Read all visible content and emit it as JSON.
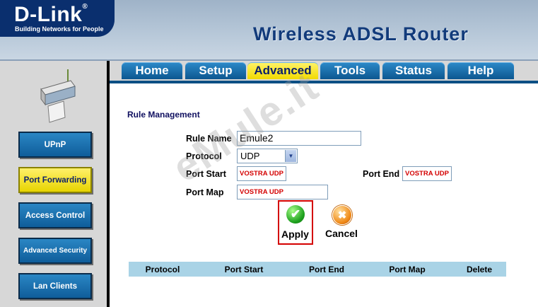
{
  "header": {
    "logo": "D-Link",
    "logo_mark": "®",
    "tagline": "Building Networks for People",
    "title": "Wireless ADSL Router"
  },
  "tabs": [
    {
      "label": "Home"
    },
    {
      "label": "Setup"
    },
    {
      "label": "Advanced"
    },
    {
      "label": "Tools"
    },
    {
      "label": "Status"
    },
    {
      "label": "Help"
    }
  ],
  "active_tab": "Advanced",
  "sidebar": {
    "items": [
      {
        "label": "UPnP"
      },
      {
        "label": "Port Forwarding"
      },
      {
        "label": "Access Control"
      },
      {
        "label": "Advanced Security"
      },
      {
        "label": "Lan Clients"
      }
    ],
    "active_item": "Port Forwarding"
  },
  "form": {
    "section_title": "Rule Management",
    "rule_name_label": "Rule Name",
    "rule_name_value": "Emule2",
    "protocol_label": "Protocol",
    "protocol_value": "UDP",
    "port_start_label": "Port Start",
    "port_start_value": "VOSTRA UDP",
    "port_end_label": "Port End",
    "port_end_value": "VOSTRA UDP",
    "port_map_label": "Port Map",
    "port_map_value": "VOSTRA UDP"
  },
  "actions": {
    "apply_label": "Apply",
    "cancel_label": "Cancel"
  },
  "table": {
    "columns": [
      "Protocol",
      "Port Start",
      "Port End",
      "Port Map",
      "Delete"
    ]
  },
  "watermark": "eMule.it",
  "colors": {
    "header_bg": "#b6c7d8",
    "logo_bg": "#0a2f6e",
    "title_text": "#123b7b",
    "tab_blue": "#1a6fae",
    "tab_active": "#f2da00",
    "table_header": "#a9d3e6",
    "highlight_red": "#d40000"
  }
}
